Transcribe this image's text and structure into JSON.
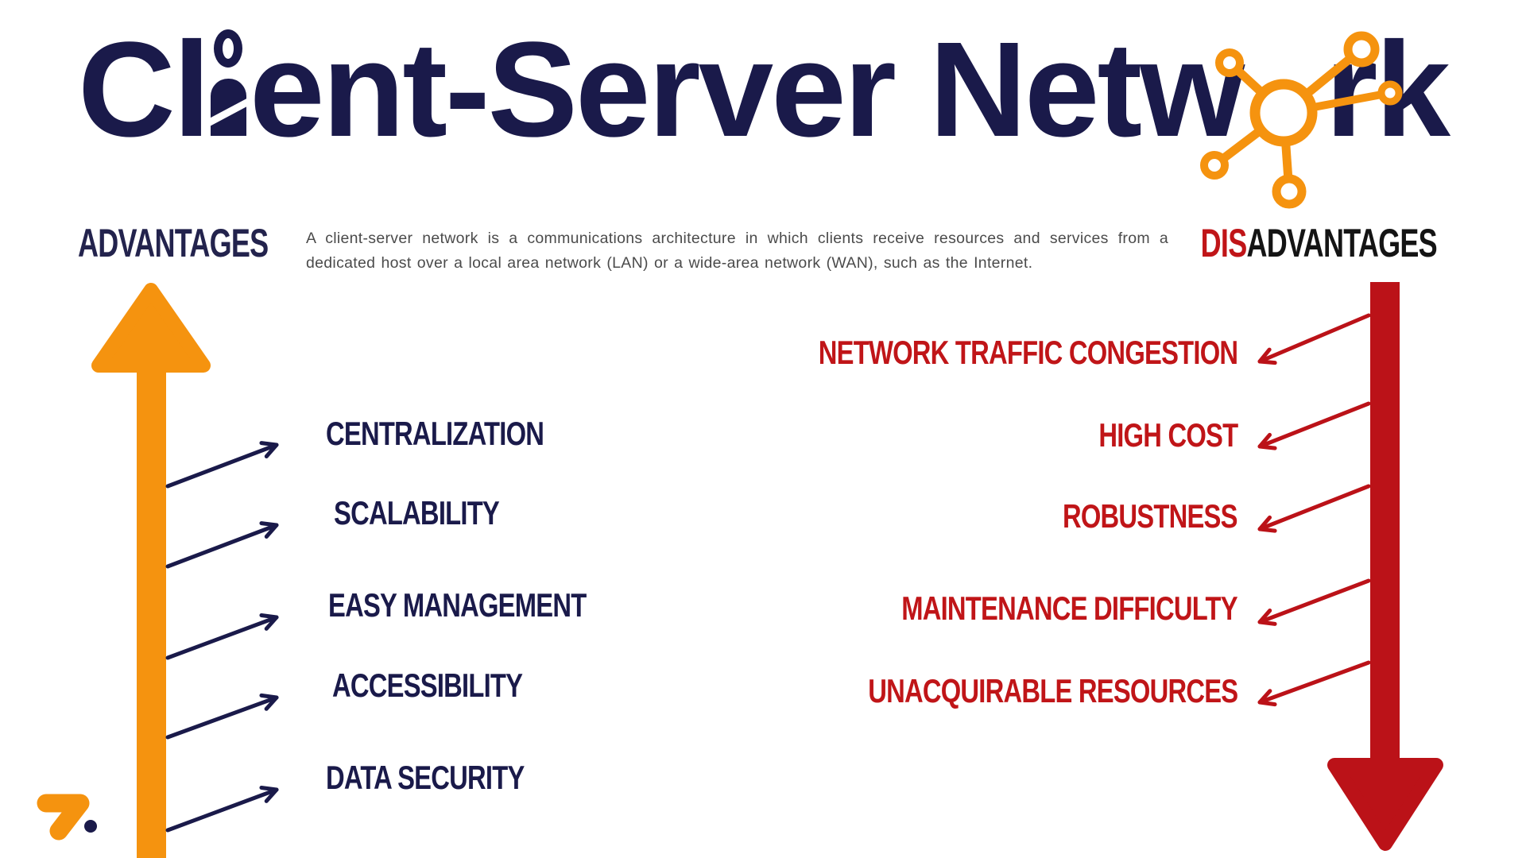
{
  "page": {
    "background": "#ffffff"
  },
  "title": {
    "full_text": "Client-Server Network",
    "segment_before_person_icon": "Cl",
    "person_icon_replaces": "i",
    "segment_middle": "ent-Server Netw",
    "network_icon_replaces": "o",
    "segment_after_network_icon": "rk"
  },
  "description": "A client-server network is a communications architecture in which clients receive resources and services from a dedicated host over a local area network (LAN) or a wide-area network (WAN), such as the Internet.",
  "advantages": {
    "heading": "ADVANTAGES",
    "items": [
      {
        "label": "CENTRALIZATION"
      },
      {
        "label": "SCALABILITY"
      },
      {
        "label": "EASY MANAGEMENT"
      },
      {
        "label": "ACCESSIBILITY"
      },
      {
        "label": "DATA SECURITY"
      }
    ]
  },
  "disadvantages": {
    "heading_prefix": "DIS",
    "heading_suffix": "ADVANTAGES",
    "items": [
      {
        "label": "NETWORK TRAFFIC CONGESTION"
      },
      {
        "label": "HIGH COST"
      },
      {
        "label": "ROBUSTNESS"
      },
      {
        "label": "MAINTENANCE DIFFICULTY"
      },
      {
        "label": "UNACQUIRABLE RESOURCES"
      }
    ]
  },
  "colors": {
    "navy": "#1A1A4A",
    "orange": "#F5930F",
    "red_text": "#C01518",
    "red_arrow": "#BB1218",
    "heading_black": "#141414",
    "description_gray": "#4B4B4B"
  }
}
